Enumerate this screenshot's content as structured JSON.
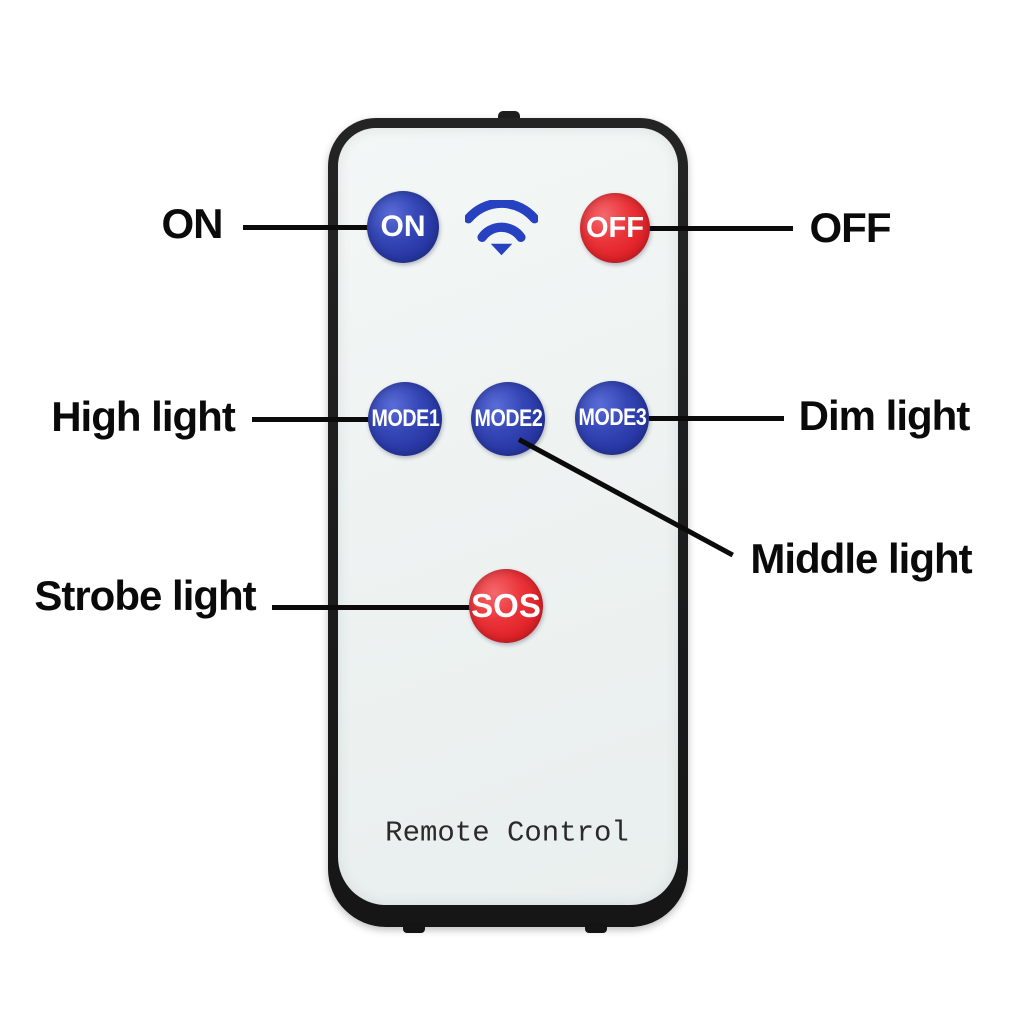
{
  "remote": {
    "brand_label": "Remote Control",
    "body_color": "#1e1e1e",
    "face_color": "#eff3f2",
    "wifi_icon_color": "#2742c0",
    "brand_text_color": "#2a2a2a",
    "buttons": {
      "on": {
        "label": "ON",
        "color": "#2c3cab",
        "text_color": "#ffffff"
      },
      "off": {
        "label": "OFF",
        "color": "#e3242a",
        "text_color": "#ffffff"
      },
      "mode1": {
        "label": "MODE1",
        "color": "#2c3cab",
        "text_color": "#ffffff"
      },
      "mode2": {
        "label": "MODE2",
        "color": "#2c3cab",
        "text_color": "#ffffff"
      },
      "mode3": {
        "label": "MODE3",
        "color": "#2c3cab",
        "text_color": "#ffffff"
      },
      "sos": {
        "label": "SOS",
        "color": "#e3242a",
        "text_color": "#ffffff"
      }
    }
  },
  "annotations": {
    "line_color": "#0b0b0b",
    "text_color": "#0a0a0a",
    "labels": {
      "on": "ON",
      "off": "OFF",
      "high_light": "High light",
      "dim_light": "Dim light",
      "middle_light": "Middle light",
      "strobe_light": "Strobe light"
    }
  }
}
